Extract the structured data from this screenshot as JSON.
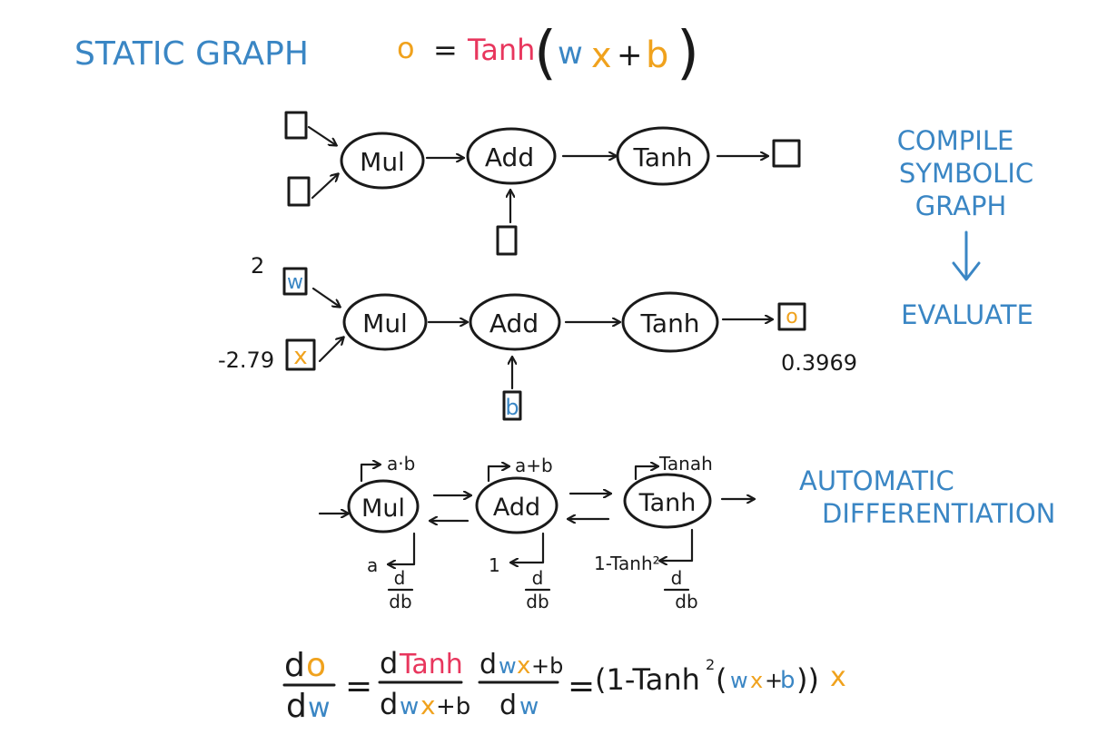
{
  "title": "STATIC GRAPH",
  "formula": {
    "o": "o",
    "eq": "=",
    "tanh": "Tanh",
    "lparen": "(",
    "w": "w",
    "x": "x",
    "plus": "+",
    "b": "b",
    "rparen": ")"
  },
  "nodes": {
    "mul": "Mul",
    "add": "Add",
    "tanh": "Tanh"
  },
  "side_notes": {
    "compile_1": "COMPILE",
    "compile_2": "SYMBOLIC",
    "compile_3": "GRAPH",
    "evaluate": "EVALUATE",
    "autodiff_1": "AUTOMATIC",
    "autodiff_2": "DIFFERENTIATION"
  },
  "evaluated": {
    "w_label": "w",
    "w_value": "2",
    "x_label": "x",
    "x_value": "-2.79",
    "b_label": "b",
    "o_label": "o",
    "o_value": "0.3969"
  },
  "autodiff": {
    "mul_op": "a·b",
    "add_op": "a+b",
    "tanh_op": "Tanah",
    "mul_grad": "a",
    "add_grad": "1",
    "tanh_grad": "1-Tanh²",
    "d_num": "d",
    "d_den": "db"
  },
  "bottom_eq": {
    "do_d": "d",
    "do_o": "o",
    "dw_d": "d",
    "dw_w": "w",
    "eq1": "=",
    "dtanh_d": "d",
    "dtanh_t": "Tanh",
    "dwxb_d": "d",
    "dwxb_w": "w",
    "dwxb_x": "x",
    "dwxb_rest": "+b",
    "dwx_d": "d",
    "dwx_w": "w",
    "dwx_x": "x",
    "dwx_rest": "+b",
    "dw2_d": "d",
    "dw2_w": "w",
    "eq2": "=",
    "rhs_open": "(1-Tanh",
    "rhs_sq": "2",
    "rhs_paren": "(",
    "rhs_w": "w",
    "rhs_x": "x",
    "rhs_plus": "+",
    "rhs_b": "b",
    "rhs_close": "))",
    "rhs_x2": "x"
  },
  "colors": {
    "blue": "#3a86c4",
    "orange": "#f0a21d",
    "red": "#e8365d",
    "ink": "#1a1a1a"
  }
}
